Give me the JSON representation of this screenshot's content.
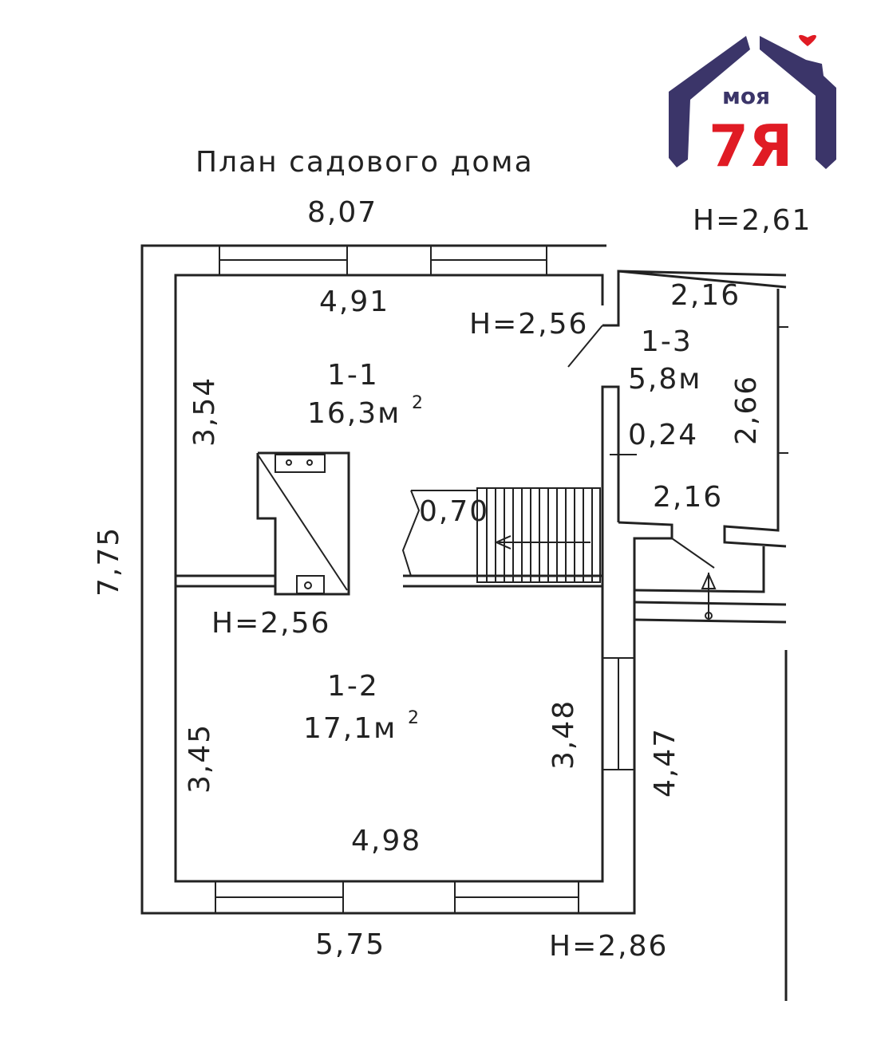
{
  "title": "План садового дома",
  "logo": {
    "text_top": "моя",
    "text_main": "7Я",
    "colors": {
      "navy": "#3b3569",
      "red": "#e01b24"
    }
  },
  "dimensions": {
    "top_overall": "8,07",
    "left_overall": "7,75",
    "bottom_overall": "5,75",
    "right_wall": "4,47",
    "height_top_right": "H=2,61",
    "height_bottom": "H=2,86"
  },
  "rooms": [
    {
      "id": "1-1",
      "area": "16,3м",
      "sup": "2",
      "width": "4,91",
      "depth": "3,54",
      "height": "H=2,56"
    },
    {
      "id": "1-2",
      "area": "17,1м",
      "sup": "2",
      "width": "4,98",
      "depth_left": "3,45",
      "depth_right": "3,48",
      "height": "H=2,56"
    },
    {
      "id": "1-3",
      "area": "5,8м",
      "width_top": "2,16",
      "width_bottom": "2,16",
      "depth": "2,66",
      "wall": "0,24"
    }
  ],
  "stair_width": "0,70"
}
